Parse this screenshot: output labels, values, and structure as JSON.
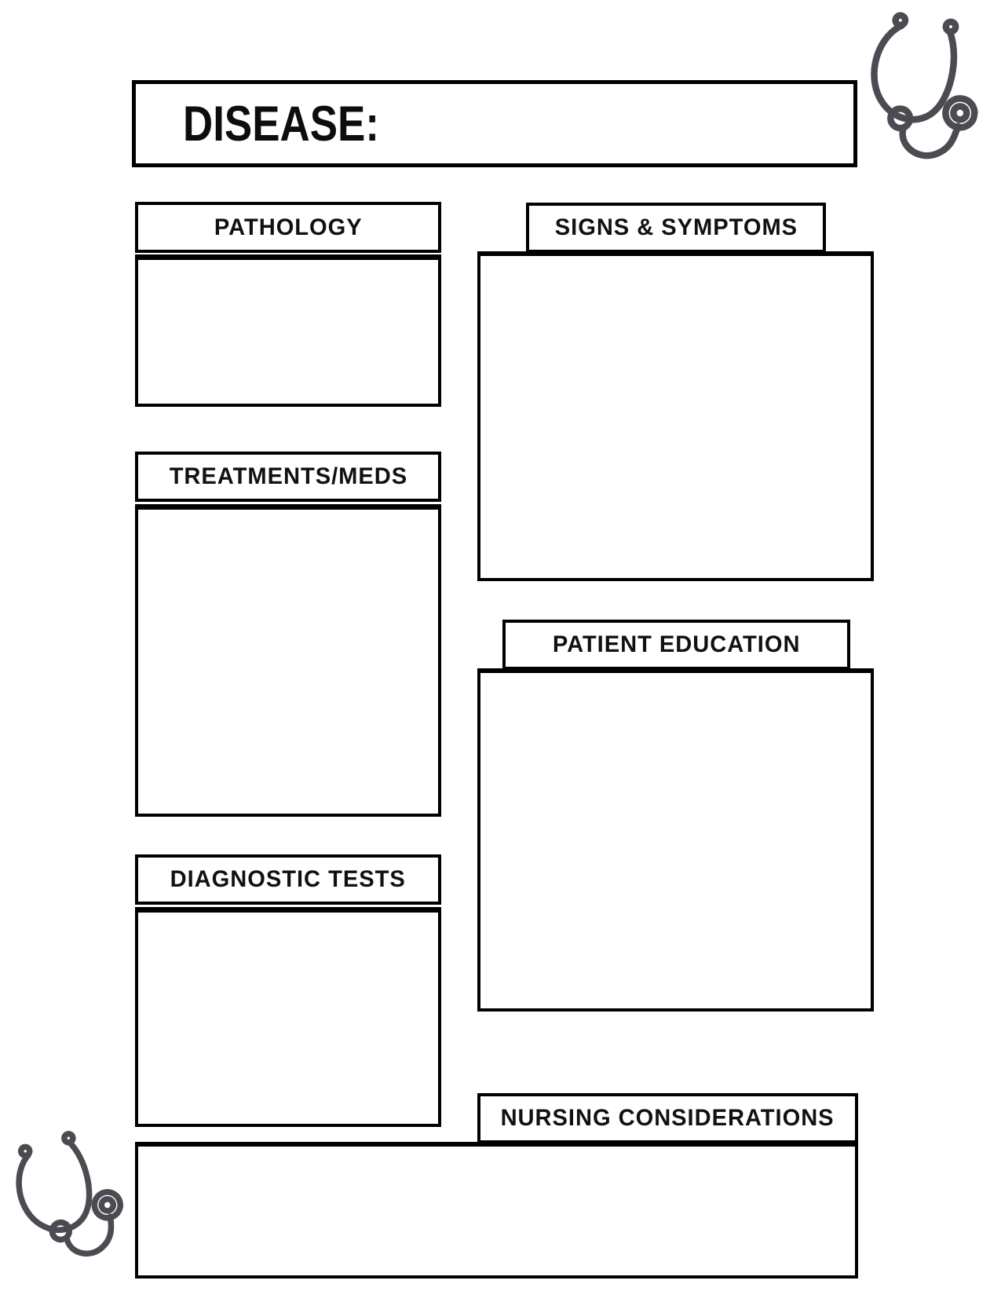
{
  "page": {
    "background": "#ffffff",
    "line_color": "#000000",
    "icon_color": "#4b4b52"
  },
  "title": {
    "label": "DISEASE:",
    "value": ""
  },
  "sections": {
    "pathology": {
      "label": "PATHOLOGY",
      "value": ""
    },
    "signs": {
      "label": "SIGNS & SYMPTOMS",
      "value": ""
    },
    "treatments": {
      "label": "TREATMENTS/MEDS",
      "value": ""
    },
    "patient_education": {
      "label": "PATIENT EDUCATION",
      "value": ""
    },
    "diagnostic": {
      "label": "DIAGNOSTIC TESTS",
      "value": ""
    },
    "nursing": {
      "label": "NURSING CONSIDERATIONS",
      "value": ""
    }
  },
  "icons": {
    "top_right": "stethoscope-icon",
    "bottom_left": "stethoscope-icon"
  }
}
